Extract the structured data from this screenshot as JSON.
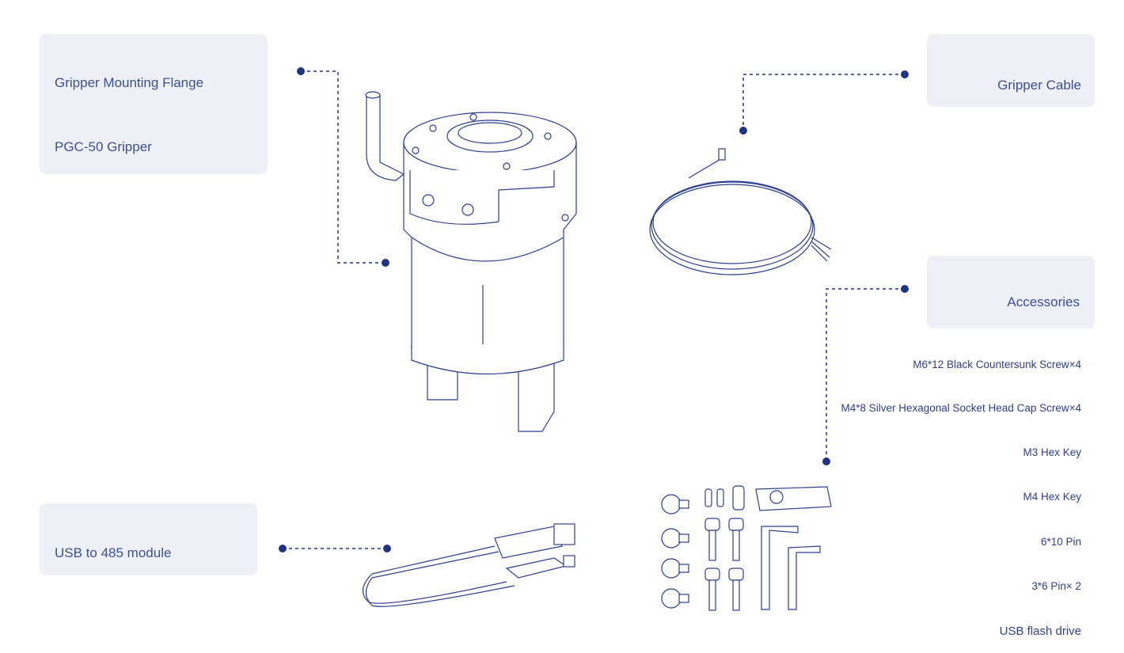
{
  "labels": {
    "flange": "Gripper Mounting Flange",
    "gripper": "PGC-50 Gripper",
    "cable": "Gripper Cable",
    "accessories": "Accessories",
    "usb_module": "USB to 485 module"
  },
  "accessories_list": [
    "M6*12 Black Countersunk Screw×4",
    "M4*8 Silver Hexagonal Socket Head Cap Screw×4",
    "M3 Hex Key",
    "M4 Hex Key",
    "6*10 Pin",
    "3*6 Pin× 2",
    "USB flash drive"
  ],
  "colors": {
    "box": "#edf0f7",
    "text": "#3d4f96",
    "line": "#1f3584"
  }
}
